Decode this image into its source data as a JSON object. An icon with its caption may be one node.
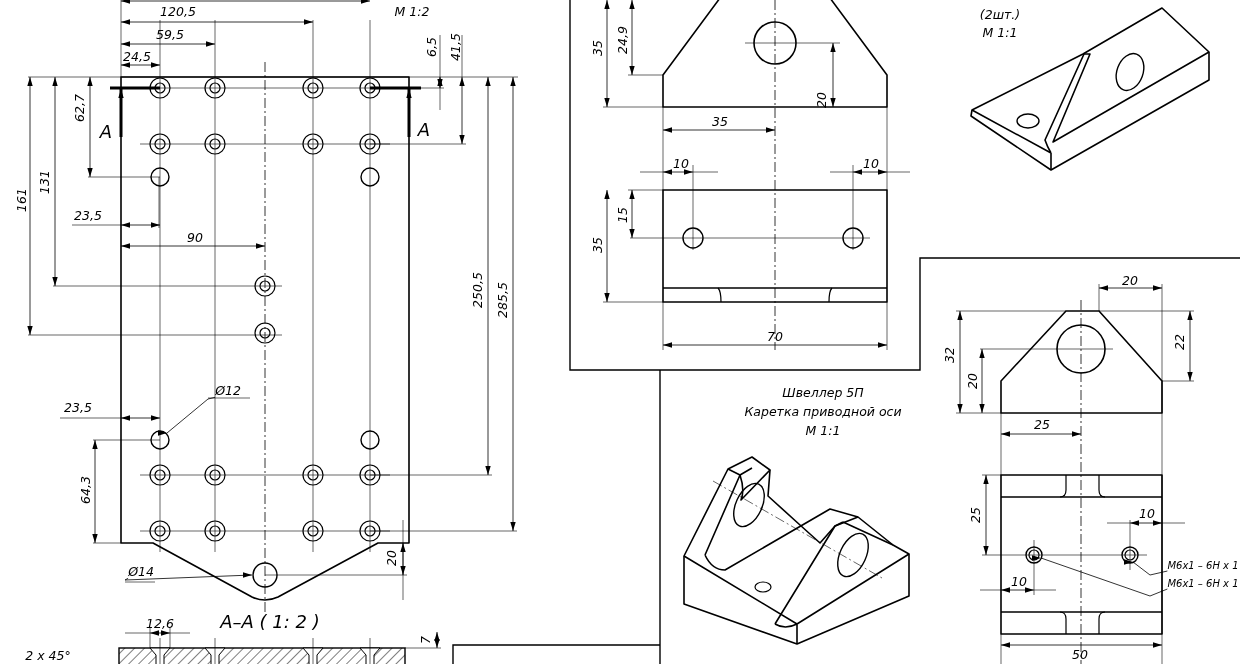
{
  "diagram": {
    "nodes": [
      {
        "text": [
          "Ø12"
        ]
      },
      {
        "text": [
          "Ø14"
        ]
      },
      {
        "text": [
          "M6x1 – 6H x 1"
        ]
      },
      {
        "text": [
          "M6x1 – 6H x 1"
        ]
      }
    ],
    "edges": [
      {
        "from": 0,
        "to": null,
        "arrow": "to"
      },
      {
        "from": 1,
        "to": null,
        "arrow": "to"
      },
      {
        "from": 2,
        "to": null,
        "arrow": "to"
      },
      {
        "from": 3,
        "to": null,
        "arrow": "to"
      }
    ],
    "labels": [
      "120,5",
      "M 1:2",
      "59,5",
      "6,5",
      "41,5",
      "24,5",
      "(2шт.)",
      "M 1:1",
      "35",
      "24,9",
      "A",
      "A",
      "62,7",
      "20",
      "35",
      "10",
      "10",
      "131",
      "161",
      "15",
      "23,5",
      "90",
      "35",
      "250,5",
      "20",
      "285,5",
      "22",
      "70",
      "32",
      "20",
      "Швеллер 5П",
      "Каретка приводной оси",
      "M 1:1",
      "23,5",
      "25",
      "64,3",
      "25",
      "10",
      "20",
      "10",
      "A–A ( 1: 2 )",
      "12,6",
      "7",
      "2 x 45°",
      "50"
    ]
  }
}
